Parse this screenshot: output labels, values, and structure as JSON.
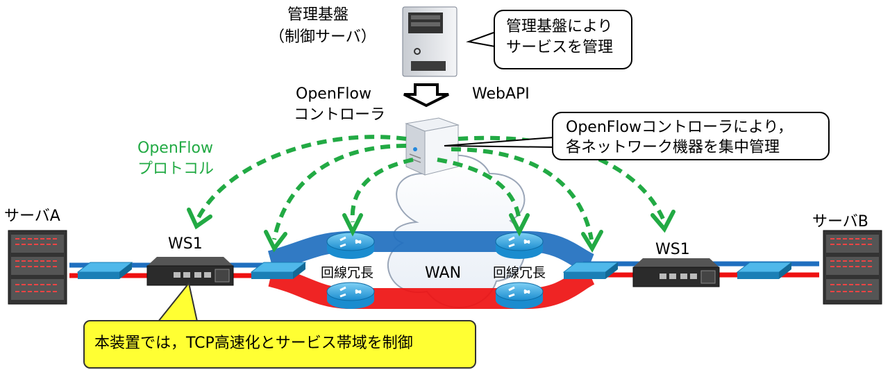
{
  "labels": {
    "mgmt_title_line1": "管理基盤",
    "mgmt_title_line2": "（制御サーバ）",
    "mgmt_callout_line1": "管理基盤により",
    "mgmt_callout_line2": "サービスを管理",
    "openflow_line1": "OpenFlow",
    "openflow_line2": "コントローラ",
    "webapi": "WebAPI",
    "controller_callout_line1": "OpenFlowコントローラにより，",
    "controller_callout_line2": "各ネットワーク機器を集中管理",
    "protocol_line1": "OpenFlow",
    "protocol_line2": "プロトコル",
    "server_a": "サーバA",
    "server_b": "サーバB",
    "ws_left": "WS1",
    "ws_right": "WS1",
    "redundancy_left": "回線冗長",
    "redundancy_right": "回線冗長",
    "wan": "WAN",
    "bottom_callout": "本装置では，TCP高速化とサービス帯域を制御"
  },
  "colors": {
    "blue_link": "#1f6fbf",
    "red_link": "#ee1111",
    "control_arrow": "#22aa44",
    "callout_yellow": "#ffff33"
  }
}
